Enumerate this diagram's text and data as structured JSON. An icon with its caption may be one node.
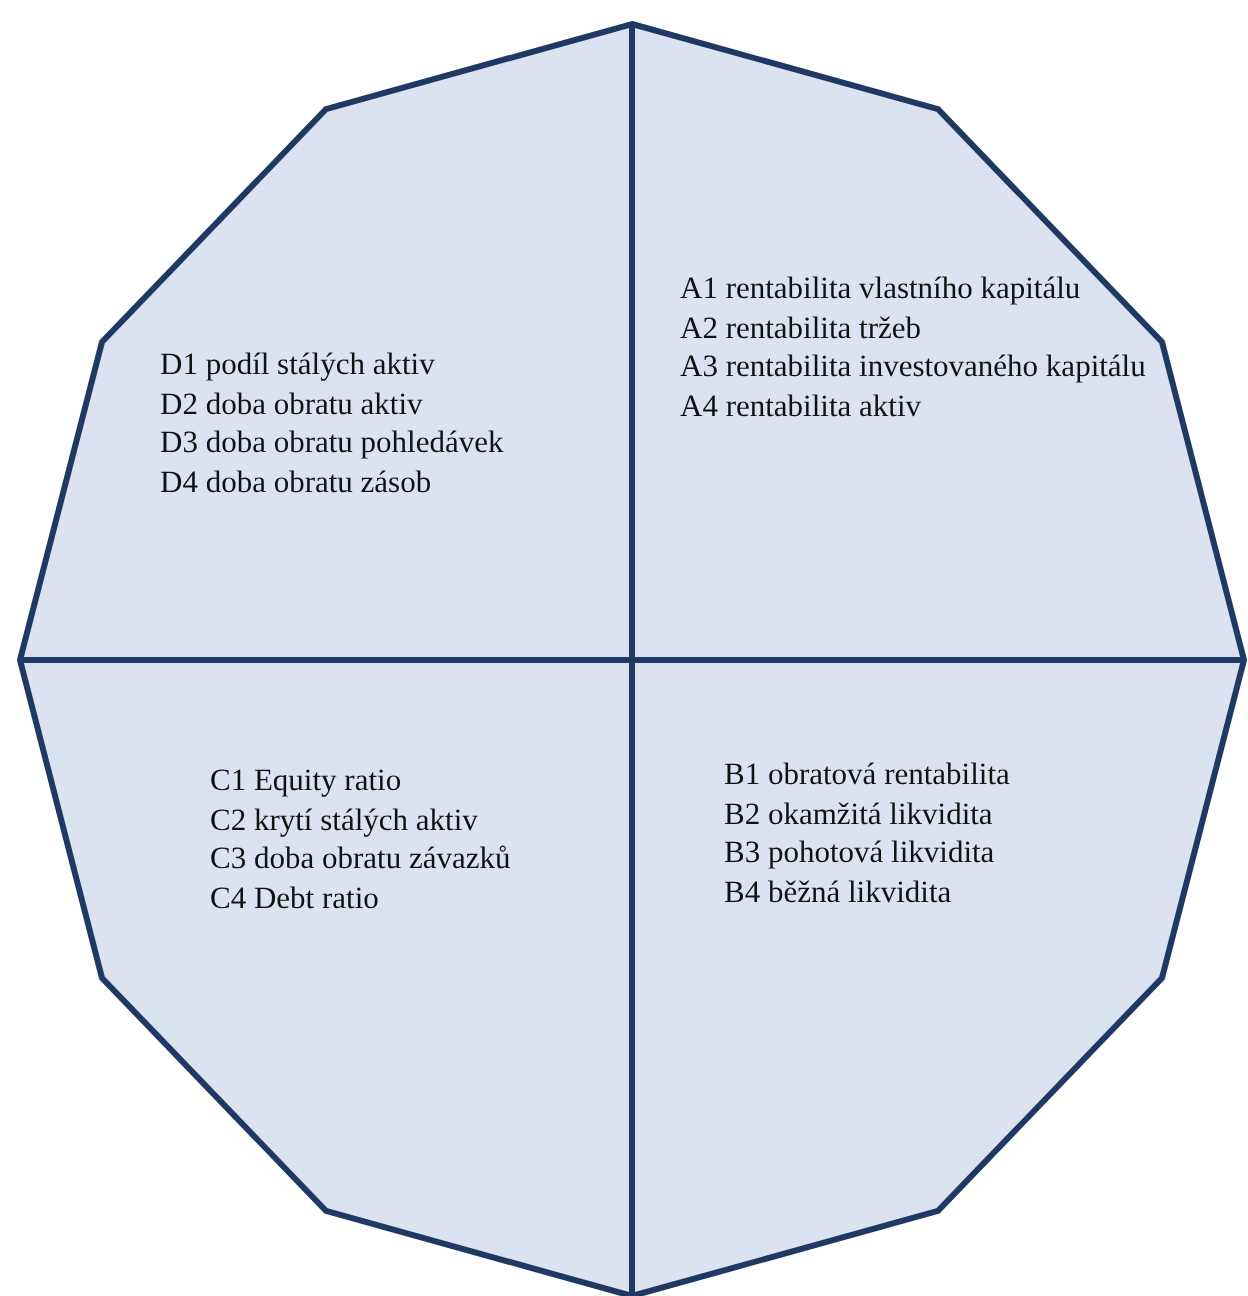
{
  "diagram": {
    "nodes": [
      {
        "text": [],
        "shape": "polygon"
      },
      {
        "text": [
          "D1 podíl stálých aktiv",
          "D2 doba obratu aktiv",
          "D3 doba obratu pohledávek",
          "D4 doba obratu zásob"
        ],
        "in": 0
      },
      {
        "text": [
          "A1 rentabilita vlastního kapitálu",
          "A2 rentabilita tržeb",
          "A3 rentabilita investovaného kapitálu",
          "A4 rentabilita aktiv"
        ],
        "in": 0
      },
      {
        "text": [
          "C1 Equity ratio",
          "C2 krytí stálých aktiv",
          "C3 doba obratu závazků",
          "C4 Debt ratio"
        ],
        "in": 0
      },
      {
        "text": [
          "B1 obratová rentabilita",
          "B2 okamžitá likvidita",
          "B3 pohotová likvidita",
          "B4 běžná likvidita"
        ],
        "in": 0
      }
    ]
  }
}
